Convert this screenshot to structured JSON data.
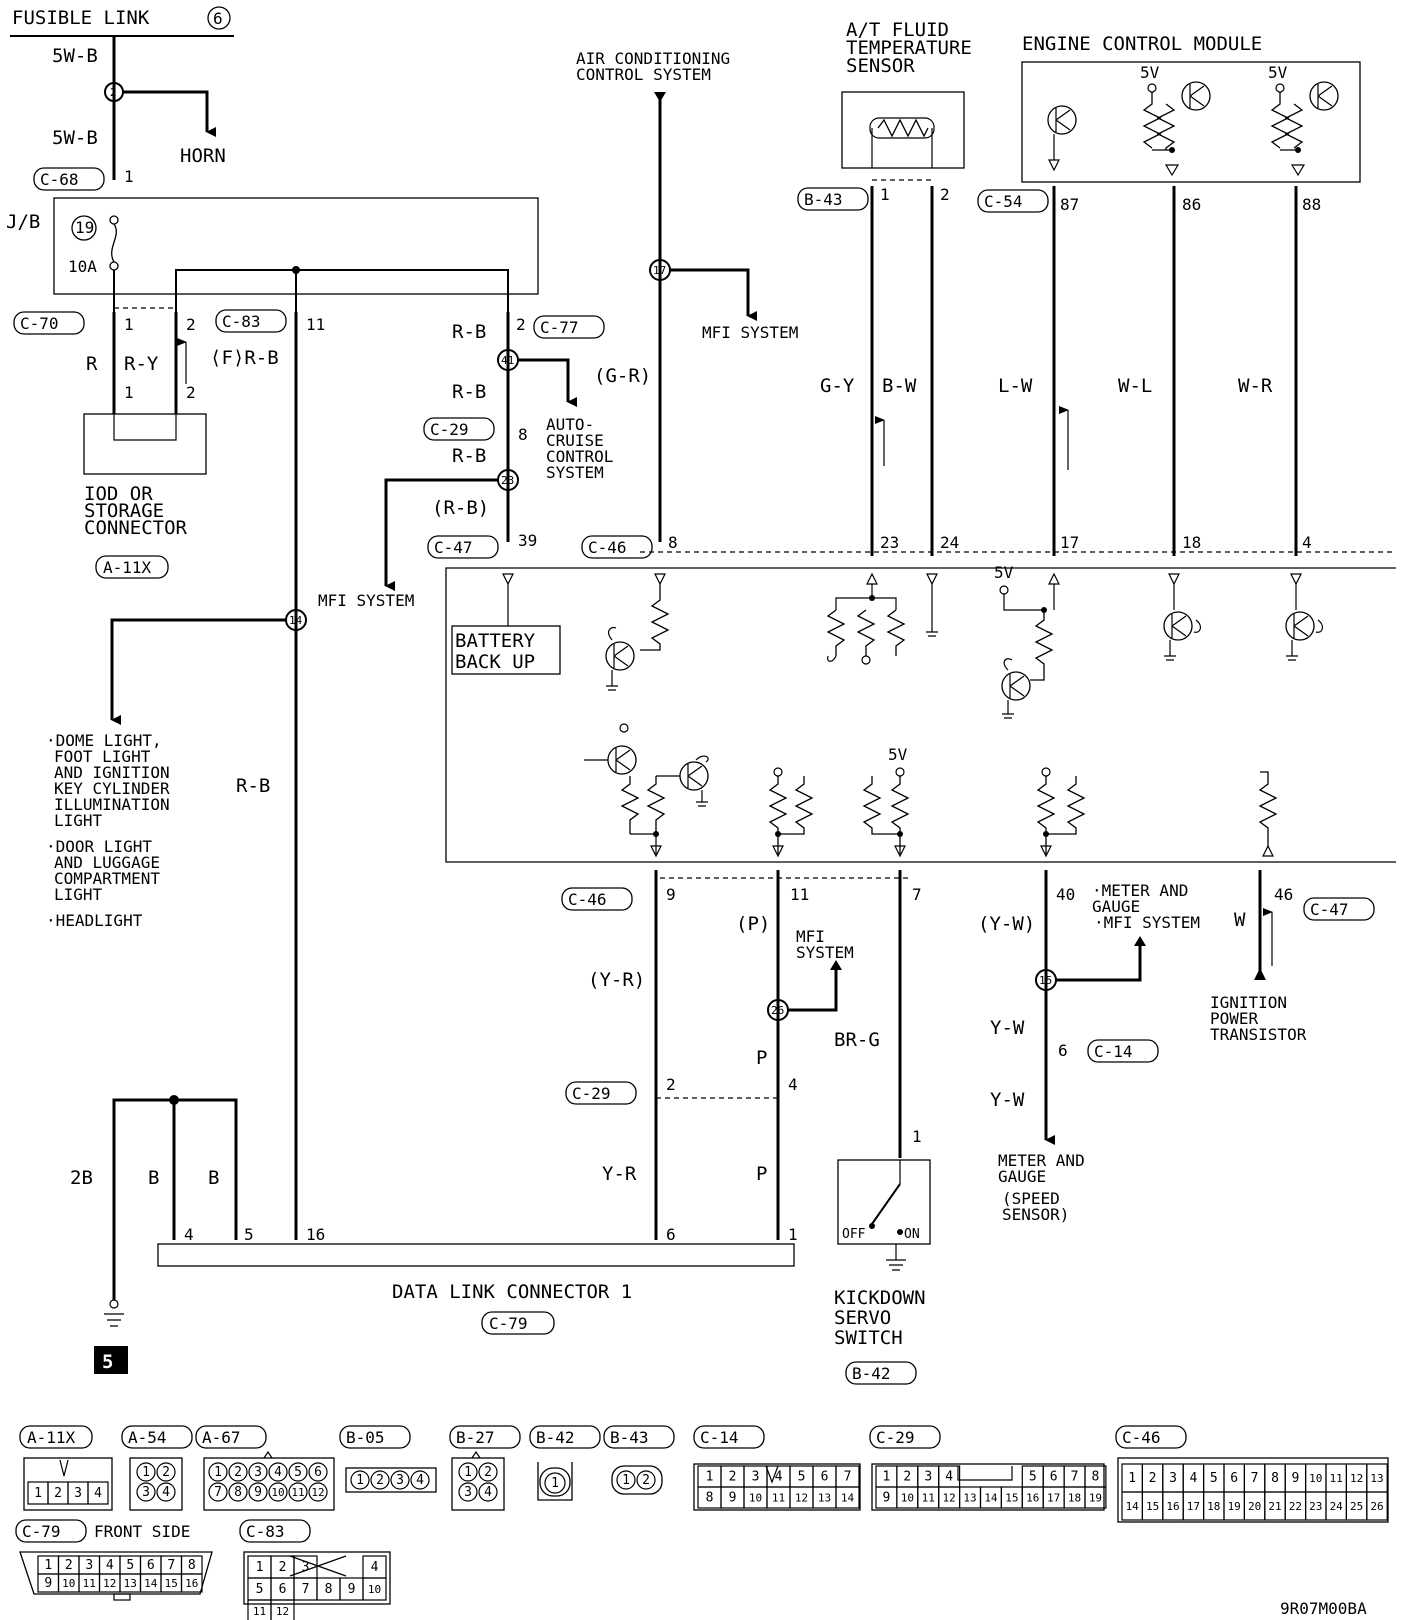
{
  "fusible_link": {
    "label": "FUSIBLE LINK",
    "number": "6"
  },
  "horn": "HORN",
  "jb": {
    "label": "J/B",
    "fuse_no": "19",
    "fuse_amp": "10A"
  },
  "iod": {
    "line1": "IOD OR",
    "line2": "STORAGE",
    "line3": "CONNECTOR",
    "id": "A-11X"
  },
  "mfi": "MFI SYSTEM",
  "mfi_l1": "MFI",
  "mfi_l2": "SYSTEM",
  "ac": {
    "line1": "AIR CONDITIONING",
    "line2": "CONTROL SYSTEM"
  },
  "atf": {
    "line1": "A/T FLUID",
    "line2": "TEMPERATURE",
    "line3": "SENSOR"
  },
  "ecm": "ENGINE CONTROL MODULE",
  "auto_cruise": {
    "l1": "AUTO-",
    "l2": "CRUISE",
    "l3": "CONTROL",
    "l4": "SYSTEM"
  },
  "battery": {
    "l1": "BATTERY",
    "l2": "BACK UP"
  },
  "lights": {
    "l1": "·DOME LIGHT,",
    "l2": "FOOT LIGHT",
    "l3": "AND IGNITION",
    "l4": "KEY CYLINDER",
    "l5": "ILLUMINATION",
    "l6": "LIGHT",
    "l7": "·DOOR LIGHT",
    "l8": "AND LUGGAGE",
    "l9": "COMPARTMENT",
    "l10": "LIGHT",
    "l11": "·HEADLIGHT"
  },
  "dlc": {
    "label": "DATA LINK CONNECTOR 1",
    "id": "C-79"
  },
  "kickdown": {
    "l1": "KICKDOWN",
    "l2": "SERVO",
    "l3": "SWITCH",
    "id": "B-42",
    "off": "OFF",
    "on": "ON"
  },
  "meter_mfi": {
    "l1": "·METER AND",
    "l2": "GAUGE",
    "l3": "·MFI SYSTEM"
  },
  "meter_speed": {
    "l1": "METER AND",
    "l2": "GAUGE",
    "l3": "(SPEED",
    "l4": "SENSOR)"
  },
  "ignition": {
    "l1": "IGNITION",
    "l2": "POWER",
    "l3": "TRANSISTOR"
  },
  "ground_no": "5",
  "v5": "5V",
  "wires": {
    "5wb": "5W-B",
    "r": "R",
    "ry": "R-Y",
    "frb": "⟨F⟩R-B",
    "rb": "R-B",
    "rb_p": "(R-B)",
    "gr": "(G-R)",
    "gy": "G-Y",
    "bw": "B-W",
    "lw": "L-W",
    "wl": "W-L",
    "wr": "W-R",
    "yr_p": "(Y-R)",
    "yr": "Y-R",
    "p_p": "(P)",
    "p": "P",
    "brg": "BR-G",
    "yw_p": "(Y-W)",
    "yw": "Y-W",
    "w": "W",
    "b2": "2B",
    "b": "B"
  },
  "conn": {
    "c68": "C-68",
    "c70": "C-70",
    "c83": "C-83",
    "c77": "C-77",
    "c29": "C-29",
    "c47": "C-47",
    "c46": "C-46",
    "b43": "B-43",
    "c54": "C-54",
    "c14": "C-14"
  },
  "pins": {
    "p1": "1",
    "p2": "2",
    "p4": "4",
    "p5": "5",
    "p6": "6",
    "p7": "7",
    "p8": "8",
    "p9": "9",
    "p11": "11",
    "p16": "16",
    "p17": "17",
    "p18": "18",
    "p23": "23",
    "p24": "24",
    "p39": "39",
    "p40": "40",
    "p46": "46",
    "p86": "86",
    "p87": "87",
    "p88": "88"
  },
  "splices": {
    "s2": "2",
    "s14": "14",
    "s15": "15",
    "s17": "17",
    "s23": "23",
    "s26": "26",
    "s41": "41"
  },
  "ref_conn": [
    "A-11X",
    "A-54",
    "A-67",
    "B-05",
    "B-27",
    "B-42",
    "B-43",
    "C-14",
    "C-29",
    "C-46",
    "C-79",
    "C-83"
  ],
  "front_side": "FRONT SIDE",
  "ref_pins": {
    "a11x": [
      "1",
      "2",
      "3",
      "4"
    ],
    "two_by_two": [
      "1",
      "2",
      "3",
      "4"
    ],
    "a67": [
      "1",
      "2",
      "3",
      "4",
      "5",
      "6",
      "7",
      "8",
      "9",
      "10",
      "11",
      "12"
    ],
    "b05": [
      "1",
      "2",
      "3",
      "4"
    ],
    "b42": [
      "1"
    ],
    "b43": [
      "1",
      "2"
    ],
    "c14": [
      "1",
      "2",
      "3",
      "4",
      "5",
      "6",
      "7",
      "8",
      "9",
      "10",
      "11",
      "12",
      "13",
      "14"
    ],
    "c29": [
      "1",
      "2",
      "3",
      "4",
      "5",
      "6",
      "7",
      "8",
      "9",
      "10",
      "11",
      "12",
      "13",
      "14",
      "15",
      "16",
      "17",
      "18",
      "19"
    ],
    "c46": [
      "1",
      "2",
      "3",
      "4",
      "5",
      "6",
      "7",
      "8",
      "9",
      "10",
      "11",
      "12",
      "13",
      "14",
      "15",
      "16",
      "17",
      "18",
      "19",
      "20",
      "21",
      "22",
      "23",
      "24",
      "25",
      "26"
    ],
    "c79": [
      "1",
      "2",
      "3",
      "4",
      "5",
      "6",
      "7",
      "8",
      "9",
      "10",
      "11",
      "12",
      "13",
      "14",
      "15",
      "16"
    ],
    "c83": [
      "1",
      "2",
      "3",
      "4",
      "5",
      "6",
      "7",
      "8",
      "9",
      "10",
      "11",
      "12"
    ]
  },
  "footer_code": "9R07M00BA"
}
